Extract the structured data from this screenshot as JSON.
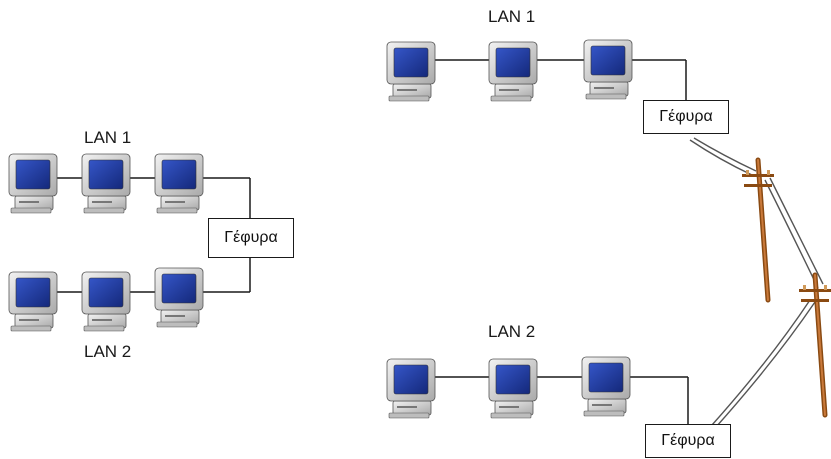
{
  "left_diagram": {
    "lan1_label": "LAN 1",
    "lan2_label": "LAN 2",
    "bridge_label": "Γέφυρα"
  },
  "right_diagram": {
    "lan1_label": "LAN 1",
    "lan2_label": "LAN 2",
    "bridge_top_label": "Γέφυρα",
    "bridge_bottom_label": "Γέφυρα"
  },
  "colors": {
    "screen": "#1e3a9a",
    "monitor_body": "#dcdcdc",
    "wire": "#1a1a1a",
    "pole": "#b5651d"
  },
  "icons": [
    "computer-icon",
    "utility-pole-icon"
  ]
}
